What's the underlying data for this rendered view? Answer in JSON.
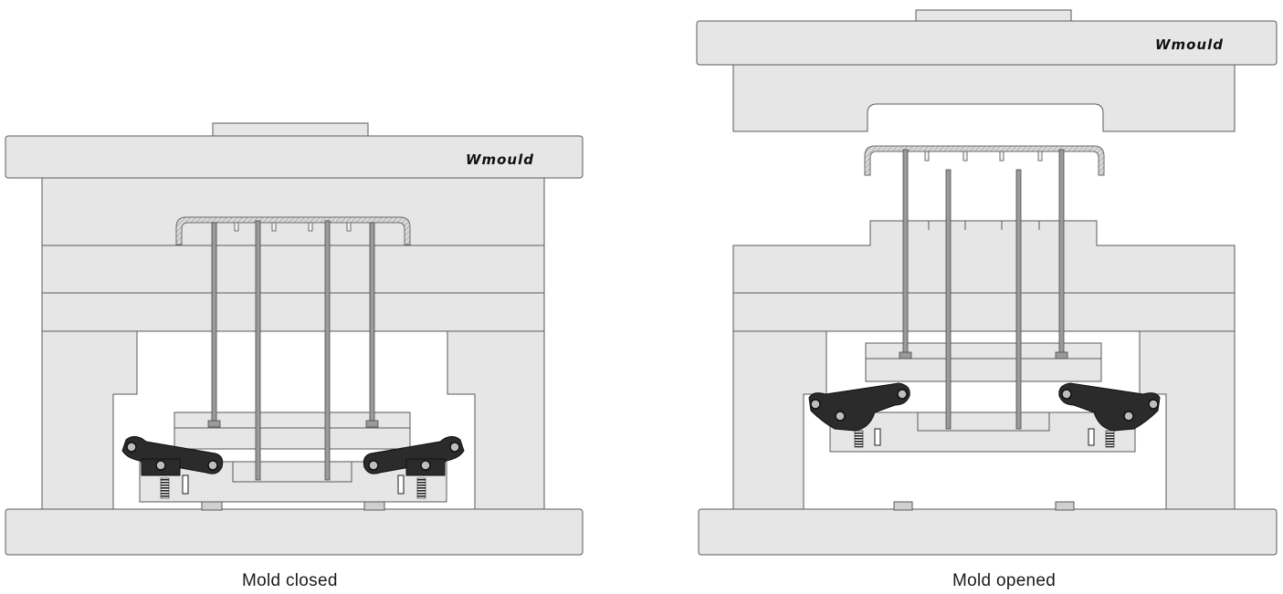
{
  "brand": {
    "logo_text": "Wmould"
  },
  "diagrams": {
    "closed": {
      "caption": "Mold closed",
      "logo_text": "Wmould"
    },
    "opened": {
      "caption": "Mold opened",
      "logo_text": "Wmould"
    }
  },
  "colors": {
    "plate_fill": "#e7e6e6",
    "plate_stroke": "#5a5a5a",
    "pin_fill": "#9a9a9a",
    "part_fill": "#cfcfcf",
    "lifter_fill": "#2b2b2b",
    "background": "#ffffff"
  }
}
